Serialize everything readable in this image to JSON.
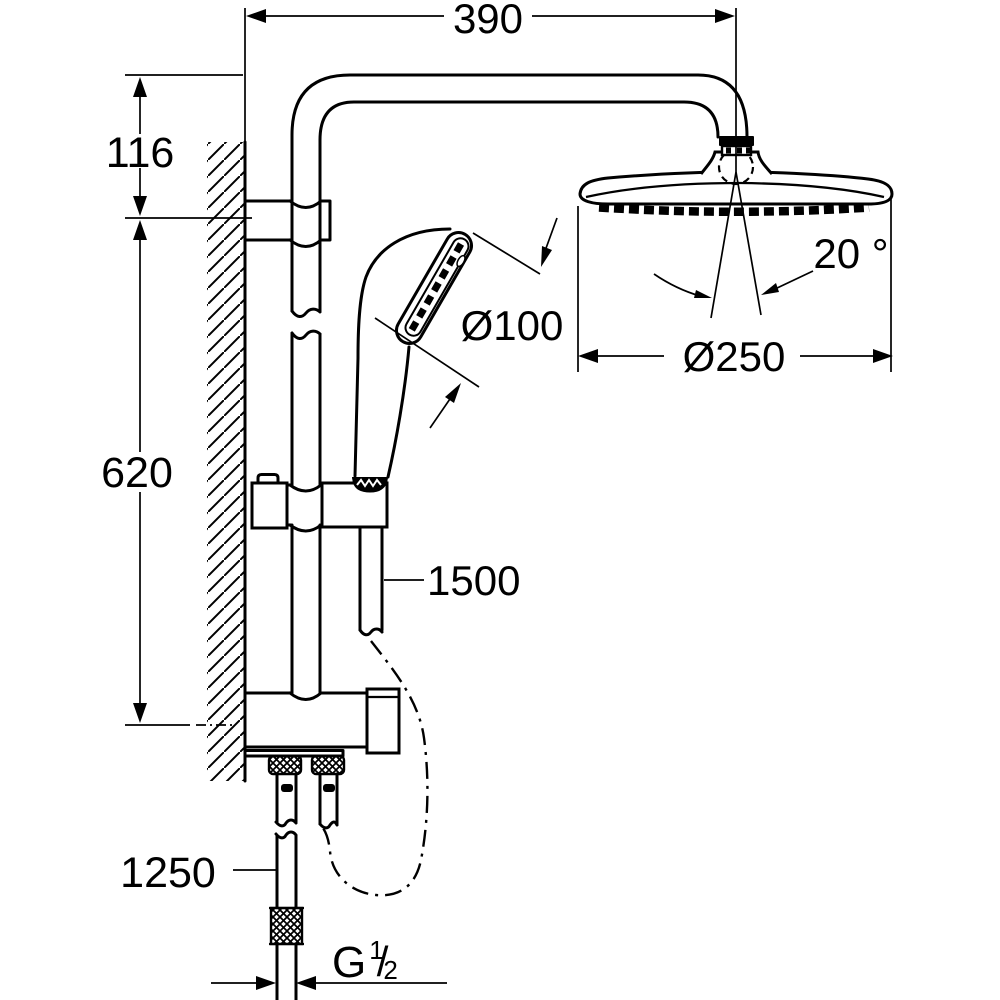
{
  "drawing": {
    "kind": "shower-system-dimension-drawing",
    "colors": {
      "line": "#000000",
      "background": "#ffffff"
    }
  },
  "labels": {
    "width_top": "390",
    "height_upper": "116",
    "height_rail": "620",
    "dia_hand": "Ø100",
    "angle": "20 °",
    "dia_head": "Ø250",
    "hose": "1500",
    "supply": "1250",
    "thread": {
      "base": "G",
      "num": "1",
      "slash": "/",
      "den": "2"
    }
  }
}
